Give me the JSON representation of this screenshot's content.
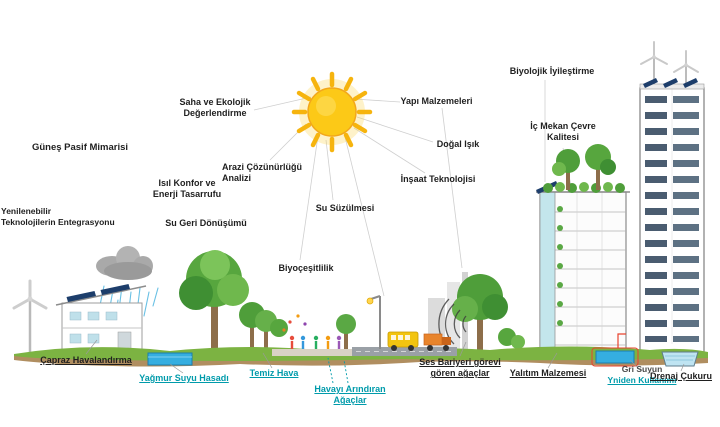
{
  "labels": {
    "gunes_pasif_mimarisi": "Güneş Pasif Mimarisi",
    "yenilenebilir": [
      "Yenilenebilir",
      "Teknolojilerin Entegrasyonu"
    ],
    "isil_konfor": [
      "Isıl Konfor ve",
      "Enerji Tasarrufu"
    ],
    "su_geri_donusumu": "Su Geri Dönüşümü",
    "saha_ekolojik": [
      "Saha ve Ekolojik",
      "Değerlendirme"
    ],
    "arazi_cozunurlugu": [
      "Arazi Çözünürlüğü",
      "Analizi"
    ],
    "su_suzulmesi": "Su Süzülmesi",
    "biyocesitlilik": "Biyoçeşitlilik",
    "yapi_malzemeleri": "Yapı Malzemeleri",
    "dogal_isik": "Doğal Işık",
    "insaat_teknolojisi": "İnşaat Teknolojisi",
    "biyolojik_iyilestirme": "Biyolojik İyileştirme",
    "ic_mekan_cevre": [
      "İç Mekan Çevre",
      "Kalitesi"
    ],
    "capraz_havalandirma": "Çapraz Havalandırma",
    "yagmur_suyu_hasadi": "Yağmur Suyu Hasadı",
    "temiz_hava": "Temiz Hava",
    "havayi_arindiran": [
      "Havayı Arındıran",
      "Ağaçlar"
    ],
    "ses_bariyeri": [
      "Ses Bariyeri görevi",
      "gören ağaçlar"
    ],
    "yalitim_malzemesi": "Yalıtım Malzemesi",
    "gri_suyun": [
      "Gri Suyun",
      "Yniden Kullanımı"
    ],
    "drenaj_cukuru": "Drenaj Çukuru"
  },
  "icons": {
    "sun-icon": "radiating sun",
    "rain-cloud-icon": "cloud with rainfall",
    "wind-turbine-icon": "ground wind turbine",
    "rooftop-wind-turbines-icon": "small rooftop wind turbines",
    "solar-house-icon": "house with rooftop solar panels",
    "tree-icon": "large deciduous tree",
    "tree-grove-icon": "small tree grove with biodiversity dots",
    "noise-barrier-trees-icon": "trees acting as sound barrier",
    "sound-wave-icon": "concentric noise arcs",
    "green-building-icon": "eco building with rooftop garden and balcony plants",
    "tower-building-icon": "high-rise with rooftop solar panels",
    "street-lamp-icon": "street lamp",
    "bus-icon": "city bus",
    "truck-icon": "delivery truck",
    "pedestrians-icon": "people walking",
    "rainwater-tank-icon": "underground rainwater reservoir",
    "greywater-tank-icon": "grey-water reuse tank",
    "drainage-pit-icon": "drainage pit"
  },
  "colors": {
    "label_dark": "#1f1f1f",
    "label_teal": "#009bab",
    "sun_yellow": "#fcc917",
    "grass_green": "#7cb342",
    "canopy_green": "#57a63e",
    "soil_brown": "#b08e60",
    "water_blue": "#35aee0",
    "solar_panel_blue": "#1d3e6b",
    "cloud_gray": "#a9a9a9",
    "accent_red": "#e8432e"
  }
}
